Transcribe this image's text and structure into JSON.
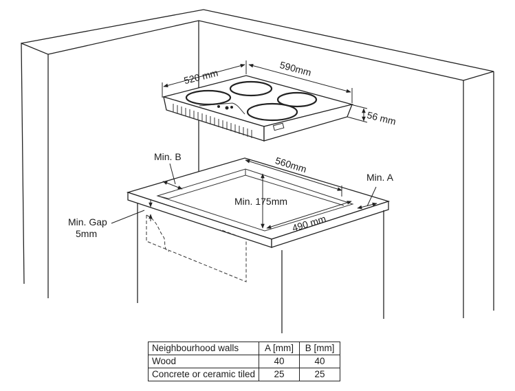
{
  "labels": {
    "hob_width": "590mm",
    "hob_depth": "520 mm",
    "hob_height": "56 mm",
    "cutout_width": "560mm",
    "cutout_depth": "490 mm",
    "min_depth": "Min. 175mm",
    "min_a": "Min. A",
    "min_b": "Min. B",
    "min_gap_line1": "Min. Gap",
    "min_gap_line2": "5mm"
  },
  "table": {
    "headers": [
      "Neighbourhood walls",
      "A [mm]",
      "B [mm]"
    ],
    "rows": [
      [
        "Wood",
        "40",
        "40"
      ],
      [
        "Concrete or ceramic tiled",
        "25",
        "25"
      ]
    ]
  }
}
